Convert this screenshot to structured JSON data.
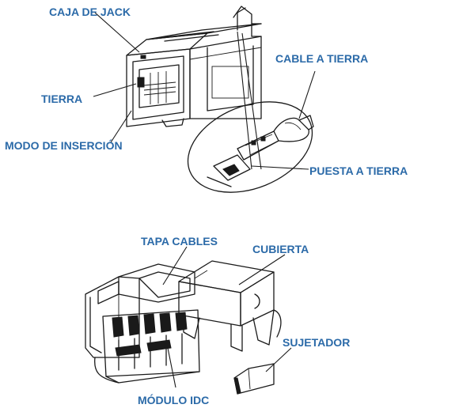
{
  "colors": {
    "label": "#2b6aa8",
    "line": "#1a1a1a",
    "background": "#ffffff"
  },
  "figure_top": {
    "labels": {
      "jack_box": "CAJA DE JACK",
      "ground": "TIERRA",
      "insertion_mode": "MODO DE INSERCIÓN",
      "ground_cable": "CABLE A TIERRA",
      "grounding": "PUESTA A TIERRA"
    }
  },
  "figure_bottom": {
    "labels": {
      "cable_cover": "TAPA CABLES",
      "cover": "CUBIERTA",
      "fastener": "SUJETADOR",
      "idc_module": "MÓDULO IDC"
    }
  }
}
